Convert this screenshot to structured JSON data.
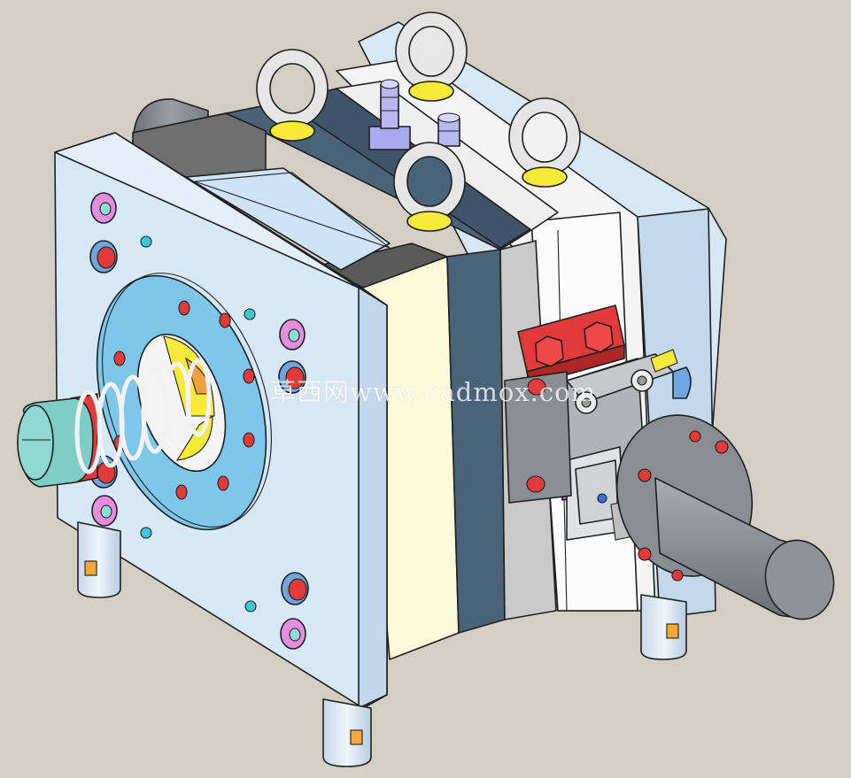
{
  "watermark": {
    "text": "草西网www.cadmox.com"
  },
  "colors": {
    "background": "#d3cfc4",
    "plate_light_blue": "#d6e7f5",
    "plate_slate": "#4b6378",
    "plate_cream": "#fcfbd9",
    "plate_grey": "#c7c7c7",
    "plate_white": "#f4f4f4",
    "spring_white": "#f2f2f2",
    "screw_teal": "#7fcdc7",
    "flange_blue": "#7fc7ea",
    "bolt_red": "#e23a3a",
    "bolt_pink": "#e58ee0",
    "nut_yellow": "#f5ea38",
    "fitting_purple": "#b8b8ef",
    "cylinder_grey": "#8a8d92"
  },
  "parts": {
    "eye_bolts": 4,
    "water_fittings": 2,
    "support_pillars": 3,
    "front_bolt_holes": 8,
    "flange_holes": 8,
    "actuator_flange_screws": 5
  }
}
